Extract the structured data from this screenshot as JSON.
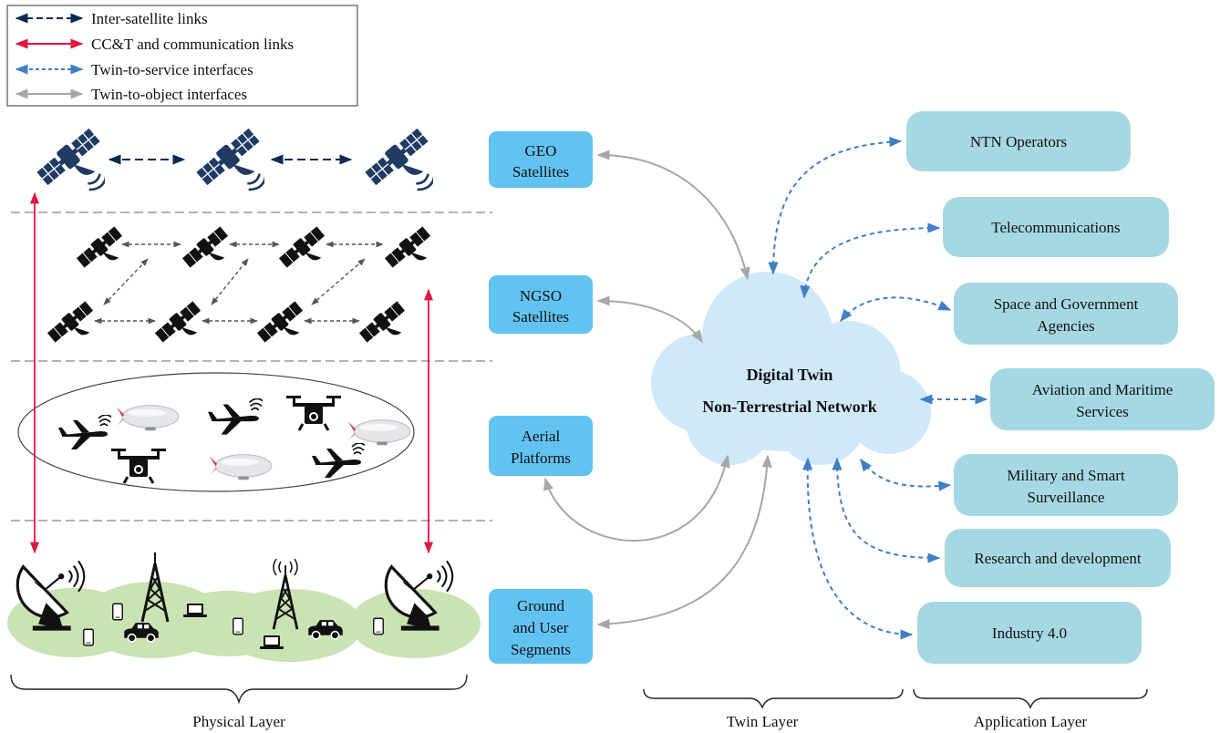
{
  "legend": {
    "items": [
      {
        "label": "Inter-satellite links",
        "color": "#0b2a55",
        "style": "dashed"
      },
      {
        "label": "CC&T and communication links",
        "color": "#e0173f",
        "style": "solid"
      },
      {
        "label": "Twin-to-service interfaces",
        "color": "#3f7fc6",
        "style": "dashed"
      },
      {
        "label": "Twin-to-object interfaces",
        "color": "#a7a7a7",
        "style": "solid"
      }
    ]
  },
  "segments": [
    {
      "lines": [
        "GEO",
        "Satellites"
      ]
    },
    {
      "lines": [
        "NGSO",
        "Satellites"
      ]
    },
    {
      "lines": [
        "Aerial",
        "Platforms"
      ]
    },
    {
      "lines": [
        "Ground",
        "and User",
        "Segments"
      ]
    }
  ],
  "twin": {
    "lines": [
      "Digital Twin",
      "Non-Terrestrial Network"
    ]
  },
  "services": [
    {
      "lines": [
        "NTN Operators"
      ]
    },
    {
      "lines": [
        "Telecommunications"
      ]
    },
    {
      "lines": [
        "Space and Government",
        "Agencies"
      ]
    },
    {
      "lines": [
        "Aviation and Maritime",
        "Services"
      ]
    },
    {
      "lines": [
        "Military and Smart",
        "Surveillance"
      ]
    },
    {
      "lines": [
        "Research and development"
      ]
    },
    {
      "lines": [
        "Industry 4.0"
      ]
    }
  ],
  "layers": {
    "physical": "Physical Layer",
    "twin": "Twin Layer",
    "application": "Application Layer"
  },
  "colors": {
    "segment_box": "#62c3f2",
    "service_box": "#a6d8e4",
    "cloud": "#cfe9fb",
    "ground_blob": "#c9e3b3",
    "divider": "#9a9a9a"
  },
  "icons": {
    "satellite": "satellite-icon",
    "airplane": "airplane-icon",
    "drone": "drone-icon",
    "airship": "airship-icon",
    "dish": "satellite-dish-icon",
    "tower": "cell-tower-icon",
    "phone": "phone-icon",
    "laptop": "laptop-icon",
    "car": "car-icon"
  }
}
